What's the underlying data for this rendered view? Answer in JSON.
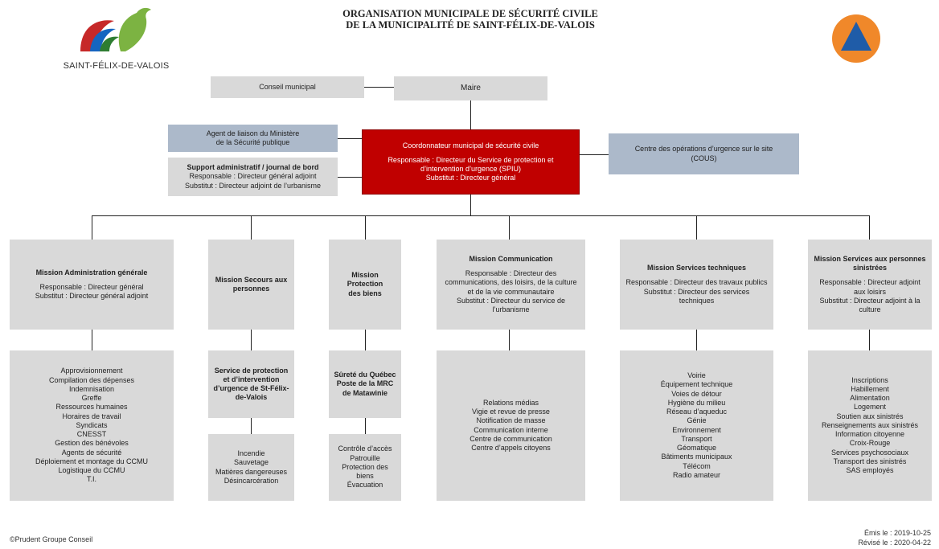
{
  "header": {
    "title_line1": "ORGANISATION MUNICIPALE DE SÉCURITÉ CIVILE",
    "title_line2": "DE LA MUNICIPALITÉ DE SAINT-FÉLIX-DE-VALOIS",
    "logo_text": "SAINT-FÉLIX-DE-VALOIS"
  },
  "top": {
    "conseil": "Conseil municipal",
    "maire": "Maire",
    "agent_line1": "Agent de liaison du Ministère",
    "agent_line2": "de la Sécurité publique",
    "support_title": "Support administratif / journal de bord",
    "support_resp": "Responsable : Directeur général adjoint",
    "support_sub": "Substitut : Directeur adjoint de l’urbanisme",
    "coord_title": "Coordonnateur municipal de sécurité civile",
    "coord_resp1": "Responsable : Directeur du Service de protection et",
    "coord_resp2": "d’intervention d’urgence (SPIU)",
    "coord_sub": "Substitut : Directeur général",
    "cou_line1": "Centre des opérations d’urgence sur le site",
    "cou_line2": "(COUS)"
  },
  "missions": {
    "admin": {
      "title": "Mission Administration générale",
      "resp": "Responsable : Directeur général",
      "sub": "Substitut : Directeur général adjoint",
      "items": [
        "Approvisionnement",
        "Compilation des dépenses",
        "Indemnisation",
        "Greffe",
        "Ressources humaines",
        "Horaires de travail",
        "Syndicats",
        "CNESST",
        "Gestion des bénévoles",
        "Agents de sécurité",
        "Déploiement et montage du CCMU",
        "Logistique du CCMU",
        "T.I."
      ]
    },
    "secours": {
      "title1": "Mission Secours aux",
      "title2": "personnes",
      "service1": "Service de protection",
      "service2": "et d’intervention",
      "service3": "d’urgence de St-Félix-",
      "service4": "de-Valois",
      "items": [
        "Incendie",
        "Sauvetage",
        "Matières dangereuses",
        "Désincarcération"
      ]
    },
    "protection": {
      "title1": "Mission Protection",
      "title2": "des biens",
      "sq1": "Sûreté du Québec",
      "sq2": "Poste de la MRC",
      "sq3": "de Matawinie",
      "items": [
        "Contrôle d’accès",
        "Patrouille",
        "Protection des",
        "biens",
        "Évacuation"
      ]
    },
    "communication": {
      "title": "Mission Communication",
      "resp1": "Responsable : Directeur des",
      "resp2": "communications, des loisirs, de la culture",
      "resp3": "et de la vie communautaire",
      "sub1": "Substitut : Directeur du service de",
      "sub2": "l’urbanisme",
      "items": [
        "Relations médias",
        "Vigie et revue de presse",
        "Notification de masse",
        "Communication interne",
        "Centre de communication",
        "Centre d’appels citoyens"
      ]
    },
    "techniques": {
      "title": "Mission Services techniques",
      "resp": "Responsable : Directeur des travaux publics",
      "sub1": "Substitut : Directeur des services",
      "sub2": "techniques",
      "items": [
        "Voirie",
        "Équipement technique",
        "Voies de détour",
        "Hygiène du milieu",
        "Réseau d’aqueduc",
        "Génie",
        "Environnement",
        "Transport",
        "Géomatique",
        "Bâtiments municipaux",
        "Télécom",
        "Radio amateur"
      ]
    },
    "sinistres": {
      "title1": "Mission Services aux personnes",
      "title2": "sinistrées",
      "resp1": "Responsable : Directeur adjoint",
      "resp2": "aux loisirs",
      "sub1": "Substitut : Directeur adjoint à la",
      "sub2": "culture",
      "items": [
        "Inscriptions",
        "Habillement",
        "Alimentation",
        "Logement",
        "Soutien aux sinistrés",
        "Renseignements aux sinistrés",
        "Information citoyenne",
        "Croix-Rouge",
        "Services psychosociaux",
        "Transport des sinistrés",
        "SAS employés"
      ]
    }
  },
  "footer": {
    "copyright": "©Prudent Groupe Conseil",
    "emis": "Émis le : 2019-10-25",
    "revise": "Révisé le : 2020-04-22"
  },
  "colors": {
    "red": "#c00000",
    "blue": "#acb9ca",
    "gray": "#d9d9d9",
    "orange": "#f0882a",
    "triangle": "#1f5ca8"
  }
}
